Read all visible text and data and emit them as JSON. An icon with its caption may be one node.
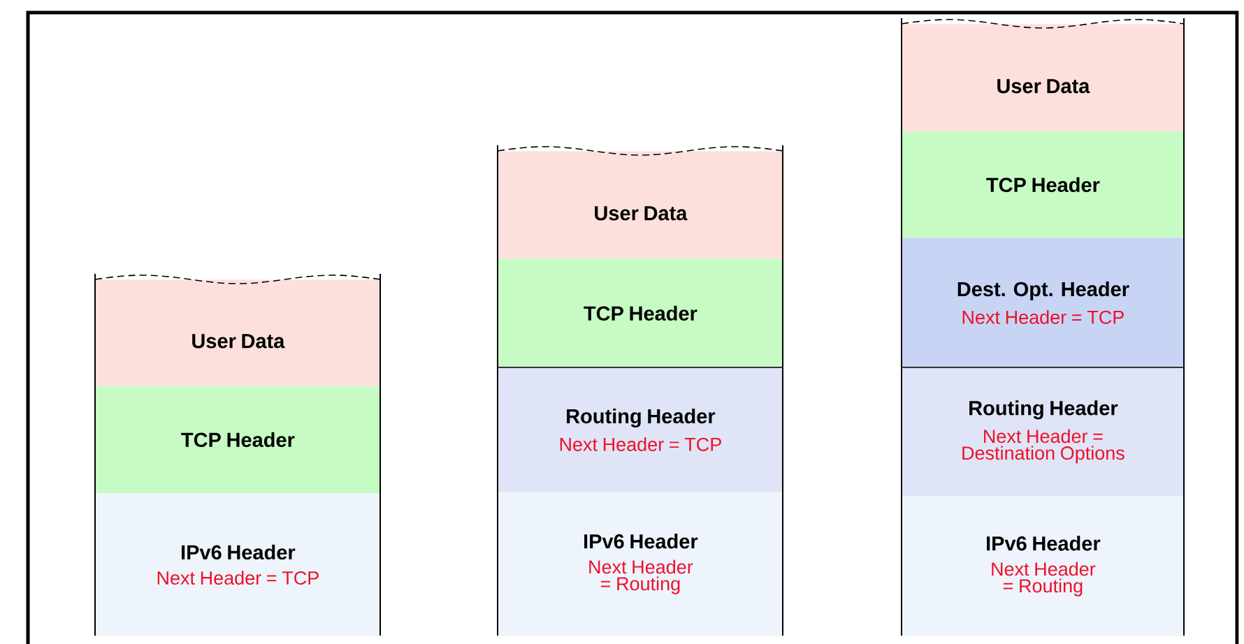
{
  "diagram": {
    "nodes": [
      {
        "text": [
          "User Data"
        ]
      },
      {
        "text": [
          "TCP Header"
        ]
      },
      {
        "text": [
          "IPv6 Header",
          "Next Header = TCP"
        ]
      },
      {
        "text": [
          "User Data"
        ]
      },
      {
        "text": [
          "TCP Header"
        ]
      },
      {
        "text": [
          "Routing Header",
          "Next Header = TCP"
        ]
      },
      {
        "text": [
          "IPv6 Header",
          "Next Header = Routing"
        ]
      },
      {
        "text": [
          "User Data"
        ]
      },
      {
        "text": [
          "TCP Header"
        ]
      },
      {
        "text": [
          "Dest. Opt. Header",
          "Next Header = TCP"
        ]
      },
      {
        "text": [
          "Routing Header",
          "Next Header = Destination Options"
        ]
      },
      {
        "text": [
          "IPv6 Header",
          "Next Header = Routing"
        ]
      }
    ]
  }
}
